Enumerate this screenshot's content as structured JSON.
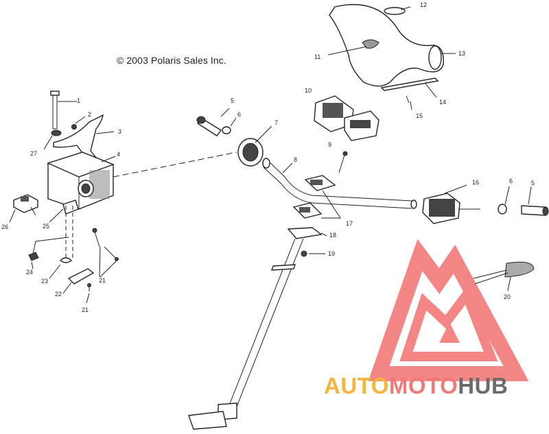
{
  "copyright": "© 2003 Polaris Sales Inc.",
  "callouts": [
    {
      "id": "c1",
      "text": "1"
    },
    {
      "id": "c2",
      "text": "2"
    },
    {
      "id": "c3",
      "text": "3"
    },
    {
      "id": "c4",
      "text": "4"
    },
    {
      "id": "c5a",
      "text": "5"
    },
    {
      "id": "c6a",
      "text": "6"
    },
    {
      "id": "c7",
      "text": "7"
    },
    {
      "id": "c8",
      "text": "8"
    },
    {
      "id": "c9",
      "text": "9"
    },
    {
      "id": "c10",
      "text": "10"
    },
    {
      "id": "c11",
      "text": "11"
    },
    {
      "id": "c12",
      "text": "12"
    },
    {
      "id": "c13",
      "text": "13"
    },
    {
      "id": "c14",
      "text": "14"
    },
    {
      "id": "c15",
      "text": "15"
    },
    {
      "id": "c16",
      "text": "16"
    },
    {
      "id": "c6b",
      "text": "6"
    },
    {
      "id": "c5b",
      "text": "5"
    },
    {
      "id": "c17",
      "text": "17"
    },
    {
      "id": "c18",
      "text": "18"
    },
    {
      "id": "c19",
      "text": "19"
    },
    {
      "id": "c20",
      "text": "20"
    },
    {
      "id": "c21a",
      "text": "21"
    },
    {
      "id": "c21b",
      "text": "21"
    },
    {
      "id": "c22",
      "text": "22"
    },
    {
      "id": "c23",
      "text": "23"
    },
    {
      "id": "c24",
      "text": "24"
    },
    {
      "id": "c25",
      "text": "25"
    },
    {
      "id": "c26",
      "text": "26"
    },
    {
      "id": "c27",
      "text": "27"
    }
  ],
  "watermark": {
    "part1": "AUTO",
    "part2": "MOTO",
    "part3": "HUB",
    "colors": {
      "auto": "#f5b53a",
      "moto": "#f07a7a",
      "hub": "#6b6b6b",
      "logo": "#f27878"
    }
  }
}
